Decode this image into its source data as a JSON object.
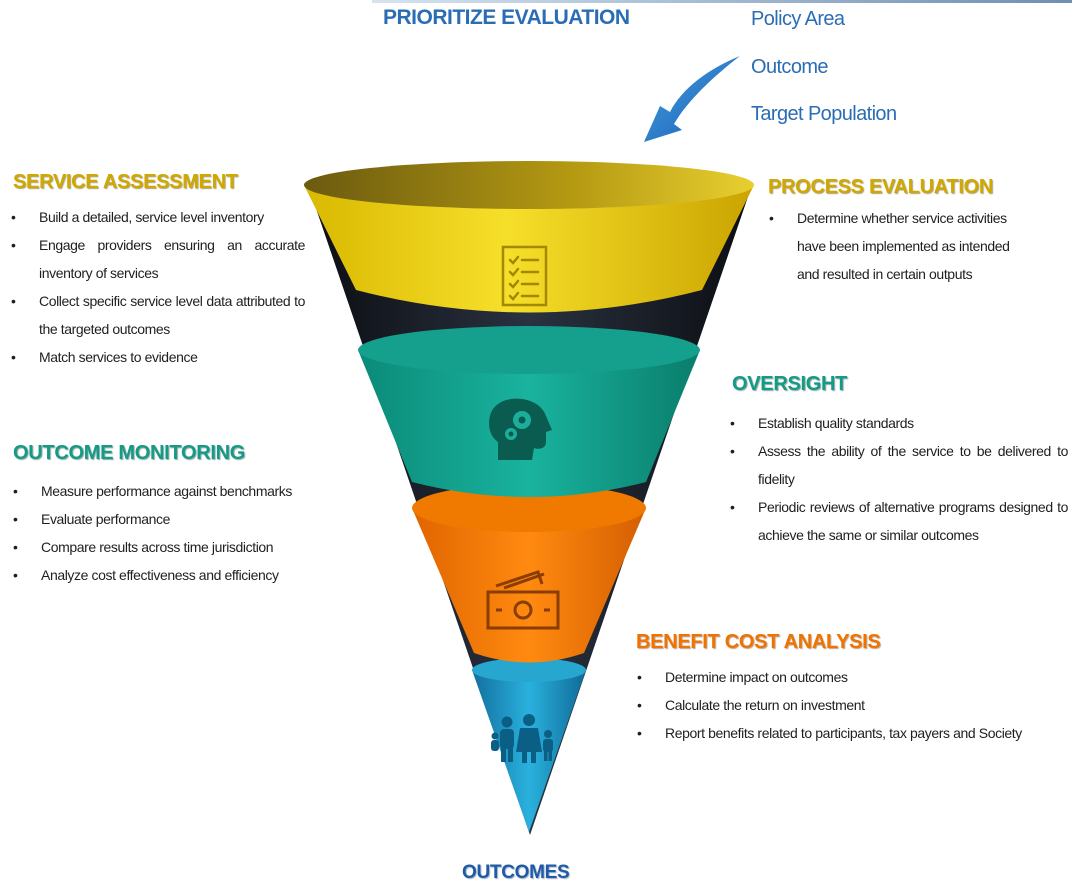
{
  "header": {
    "title": "PRIORITIZE EVALUATION",
    "items": [
      "Policy Area",
      "Outcome",
      "Target Population"
    ]
  },
  "service_assessment": {
    "heading": "SERVICE ASSESSMENT",
    "bullets": [
      "Build a detailed, service level inventory",
      "Engage providers ensuring an accurate inventory of services",
      "Collect specific service level data attributed to the targeted outcomes",
      "Match services to evidence"
    ]
  },
  "outcome_monitoring": {
    "heading": "OUTCOME MONITORING",
    "bullets": [
      "Measure performance against benchmarks",
      "Evaluate performance",
      "Compare results across time jurisdiction",
      "Analyze cost effectiveness and efficiency"
    ]
  },
  "process_evaluation": {
    "heading": "PROCESS EVALUATION",
    "bullets": [
      "Determine whether service activities have been implemented as intended and resulted in certain outputs"
    ]
  },
  "oversight": {
    "heading": "OVERSIGHT",
    "bullets": [
      "Establish quality standards",
      "Assess the ability of the service to be delivered to fidelity",
      "Periodic reviews of alternative programs designed to achieve the same or similar outcomes"
    ]
  },
  "benefit_cost": {
    "heading": "BENEFIT COST ANALYSIS",
    "bullets": [
      "Determine impact on outcomes",
      "Calculate the return on investment",
      "Report benefits related to participants, tax payers and Society"
    ]
  },
  "funnel": {
    "colors": [
      "#f0d300",
      "#12a390",
      "#f57a00",
      "#1f9ec9"
    ],
    "icons": [
      "checklist-icon",
      "head-gears-icon",
      "money-icon",
      "family-icon"
    ]
  },
  "outcomes_label": "OUTCOMES"
}
